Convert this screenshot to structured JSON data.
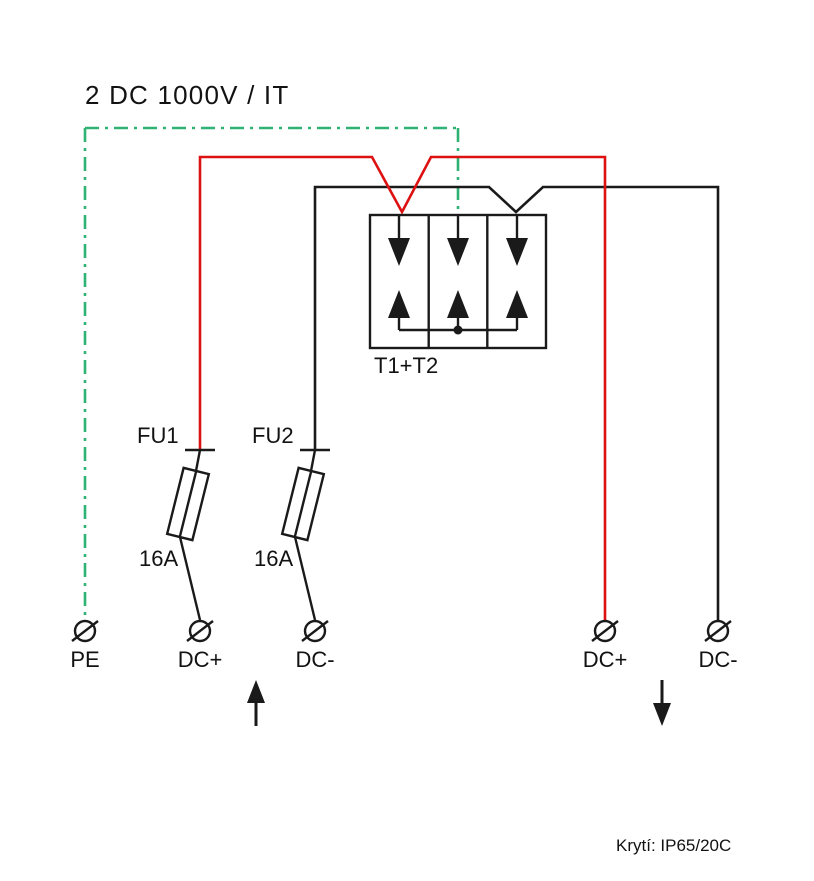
{
  "diagram": {
    "title": "2 DC 1000V / IT",
    "spd": {
      "label": "T1+T2"
    },
    "fuses": [
      {
        "name": "FU1",
        "rating": "16A"
      },
      {
        "name": "FU2",
        "rating": "16A"
      }
    ],
    "terminals": [
      "PE",
      "DC+",
      "DC-",
      "DC+",
      "DC-"
    ],
    "footer_note": "Krytí: IP65/20C",
    "colors": {
      "pe_green": "#2fb374",
      "dc_positive_red": "#dd1111",
      "wire_black": "#1a1a1a"
    }
  }
}
